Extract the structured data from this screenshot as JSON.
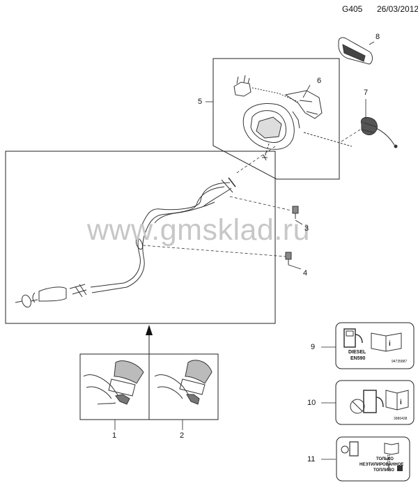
{
  "header": {
    "code": "G405",
    "date": "26/03/2012"
  },
  "watermark": "www.gmsklad.ru",
  "callouts": [
    "1",
    "2",
    "3",
    "4",
    "5",
    "6",
    "7",
    "8",
    "9",
    "10",
    "11"
  ],
  "labels": {
    "label9": {
      "top": "DIESEL",
      "mid": "EN590",
      "code": "94735887"
    },
    "label10": {
      "code": "3986438"
    },
    "label11": {
      "line1": "ТОЛЬКО",
      "line2": "НЕЭТИЛИРОВАННОЕ",
      "line3": "ТОПЛИВО",
      "code": "13222046"
    }
  }
}
